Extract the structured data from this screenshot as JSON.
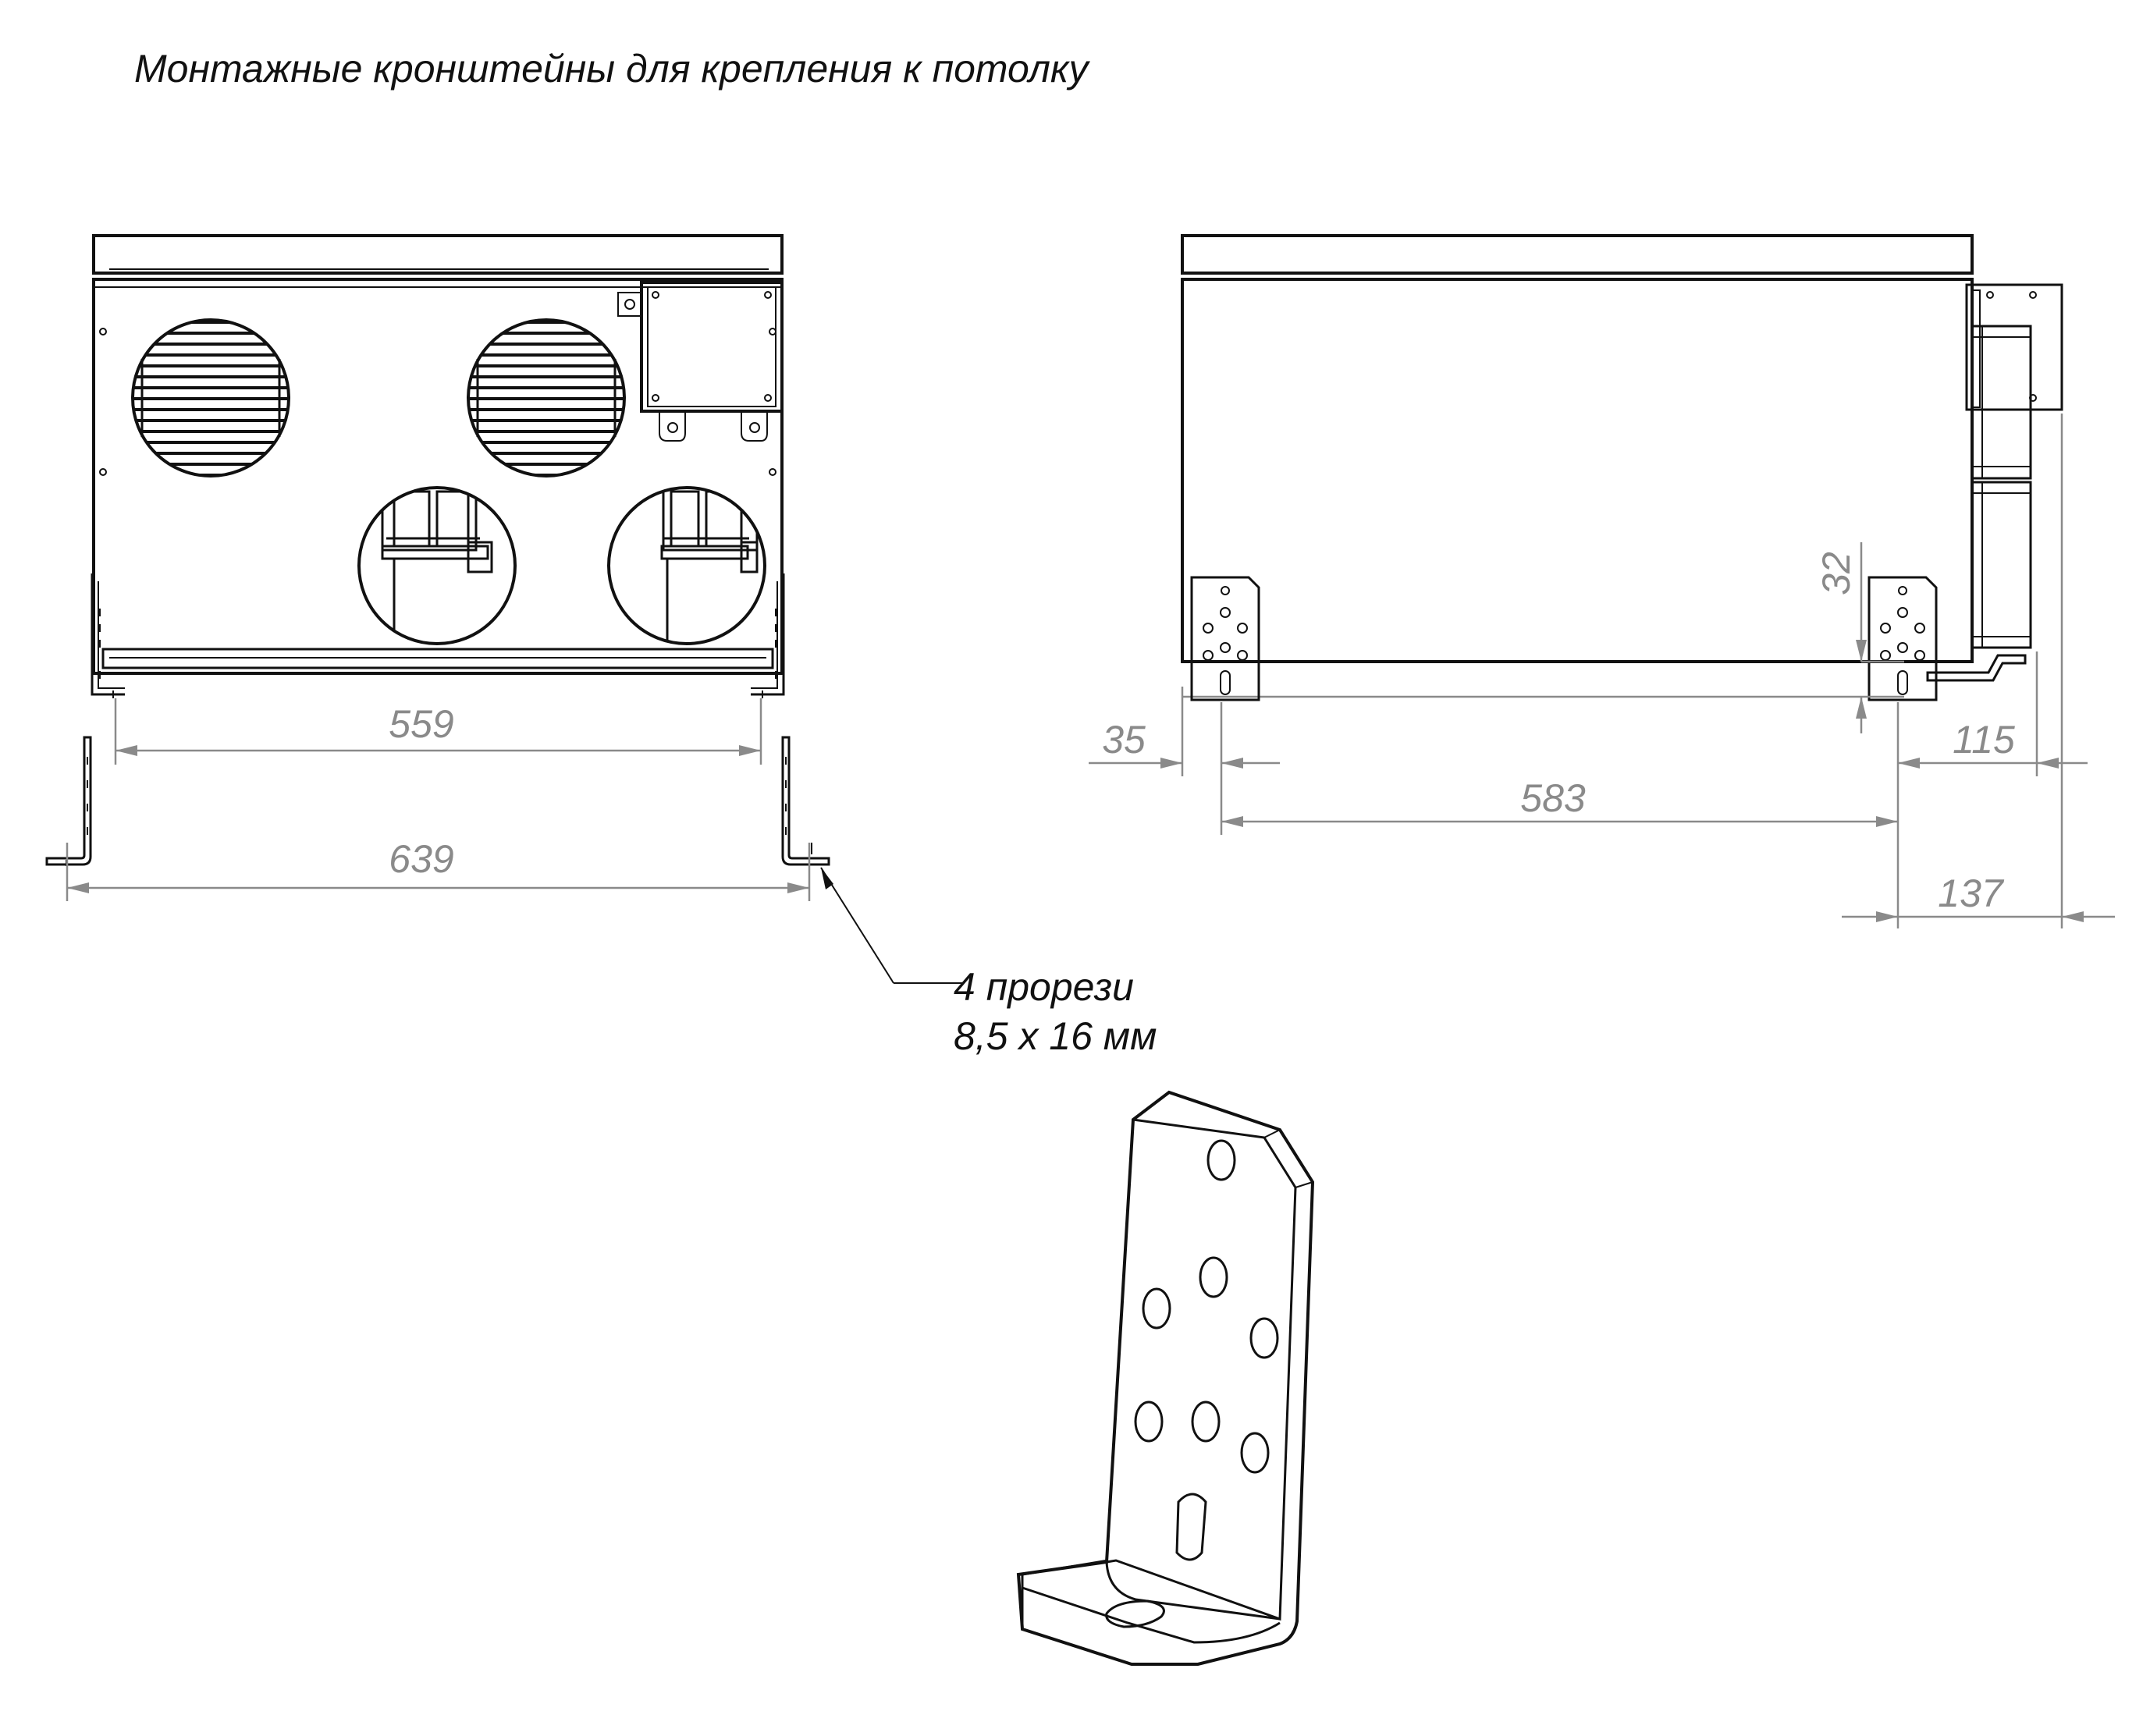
{
  "title": "Монтажные кронштейны для крепления к потолку",
  "dimensions": {
    "front_inner": "559",
    "front_outer": "639",
    "side_offset_left": "35",
    "side_spacing": "583",
    "side_offset_right": "115",
    "side_outer_right": "137",
    "bracket_height": "32"
  },
  "note": {
    "line1": "4 прорези",
    "line2": "8,5  х 16 мм"
  },
  "colors": {
    "line": "#111111",
    "dimension": "#8a8a8a"
  }
}
